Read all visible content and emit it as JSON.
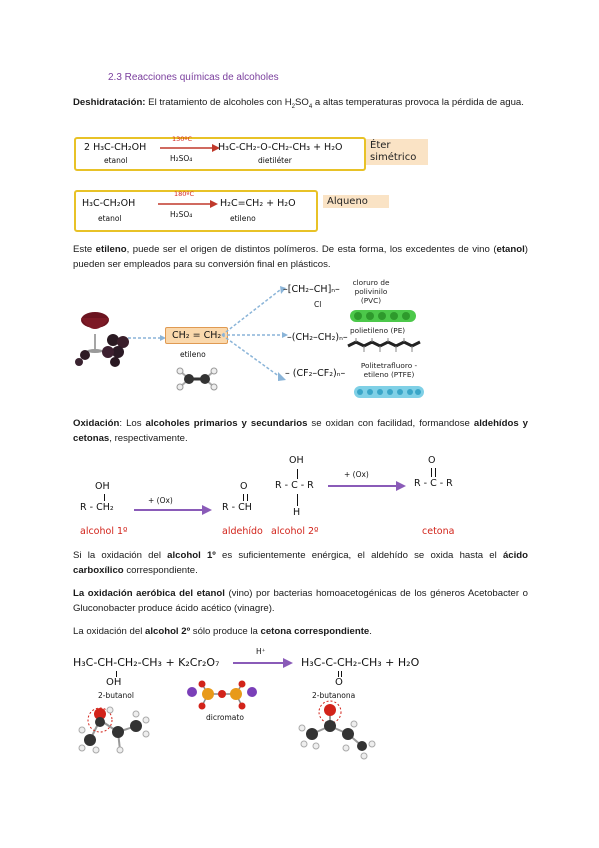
{
  "section_title": "2.3 Reacciones químicas de alcoholes",
  "p1": {
    "b1": "Deshidratación:",
    "t1": " El tratamiento de alcoholes con H",
    "sub1": "2",
    "t2": "SO",
    "sub2": "4",
    "t3": " a altas temperaturas provoca la pérdida de agua."
  },
  "rx1": {
    "reactant": "2 H₃C-CH₂OH",
    "reactant_name": "etanol",
    "temp": "130ºC",
    "catalyst": "H₂SO₄",
    "product": "H₃C-CH₂-O-CH₂-CH₃  +  H₂O",
    "product_name": "dietiléter",
    "label_l1": "Éter",
    "label_l2": "simétrico"
  },
  "rx2": {
    "reactant": "H₃C-CH₂OH",
    "reactant_name": "etanol",
    "temp": "180ºC",
    "catalyst": "H₂SO₄",
    "product": "H₂C=CH₂  +  H₂O",
    "product_name": "etileno",
    "label": "Alqueno"
  },
  "p2": {
    "t1": "Este ",
    "b1": "etileno",
    "t2": ", puede ser el origen de distintos polímeros. De esta forma, los excedentes de vino (",
    "b2": "etanol",
    "t3": ") pueden ser empleados para su conversión final en plásticos."
  },
  "poly": {
    "monomer": "CH₂ = CH₂",
    "monomer_name": "etileno",
    "pvc_formula": "–[CH₂–CH]ₙ–",
    "pvc_cl": "Cl",
    "pvc_name_l1": "cloruro de",
    "pvc_name_l2": "polivinilo",
    "pvc_name_l3": "(PVC)",
    "pe_formula": "–(CH₂–CH₂)ₙ–",
    "pe_name": "polietileno (PE)",
    "ptfe_formula": "– (CF₂–CF₂)ₙ–",
    "ptfe_name_l1": "Politetrafluoro -",
    "ptfe_name_l2": "etileno (PTFE)"
  },
  "p3": {
    "b1": "Oxidación",
    "t1": ": Los ",
    "b2": "alcoholes primarios y secundarios",
    "t2": " se oxidan con facilidad, formandose ",
    "b3": "aldehídos y cetonas",
    "t3": ", respectivamente."
  },
  "ox": {
    "oh": "OH",
    "r_ch2": "R - CH₂",
    "alcohol1": "alcohol 1º",
    "oxidant": "+ (Ox)",
    "o": "O",
    "r_ch": "R - CH",
    "aldehido": "aldehído",
    "oh2": "OH",
    "r_c_r": "R - C - R",
    "h": "H",
    "alcohol2": "alcohol 2º",
    "oxidant2": "+ (Ox)",
    "o2": "O",
    "r_c_r2": "R - C - R",
    "cetona": "cetona"
  },
  "p4": {
    "t1": "Si la oxidación del ",
    "b1": "alcohol 1º",
    "t2": " es suficientemente enérgica, el aldehído se oxida hasta el ",
    "b2": "ácido carboxílico",
    "t3": " correspondiente."
  },
  "p5": {
    "b1": "La oxidación aeróbica del etanol",
    "t1": " (vino) por bacterias homoacetogénicas de los géneros Acetobacter o Gluconobacter produce ácido acético (vinagre)."
  },
  "p6": {
    "t1": "La oxidación del ",
    "b1": "alcohol 2º",
    "t2": " sólo produce la ",
    "b2": "cetona correspondiente",
    "t3": "."
  },
  "rx3": {
    "reactant": "H₃C-CH-CH₂-CH₃  +  K₂Cr₂O₇",
    "oh": "OH",
    "reactant_name": "2-butanol",
    "catalyst": "H⁺",
    "oxidant_name": "dicromato",
    "product": "H₃C-C-CH₂-CH₃  + H₂O",
    "o": "O",
    "product_name": "2-butanona"
  },
  "colors": {
    "title": "#7a3e9d",
    "arrow": "#8a5bb8",
    "red": "#d2231a",
    "box": "#e8c227",
    "label_bg": "#fae3c5"
  }
}
